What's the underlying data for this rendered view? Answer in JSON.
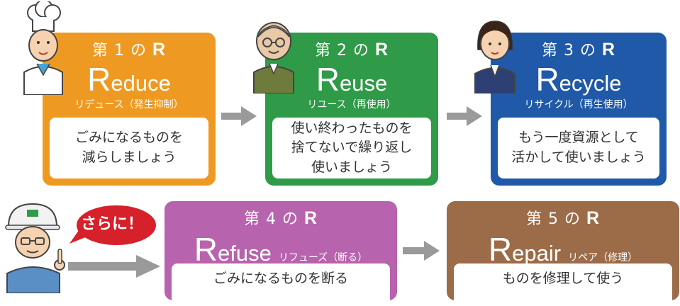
{
  "steps": [
    {
      "num_prefix": "第",
      "num": "1",
      "num_suffix": "の",
      "r": "R",
      "word_cap": "R",
      "word_rest": "educe",
      "sub": "リデュース（発生抑制）",
      "desc": [
        "ごみになるものを",
        "減らしましょう"
      ]
    },
    {
      "num_prefix": "第",
      "num": "2",
      "num_suffix": "の",
      "r": "R",
      "word_cap": "R",
      "word_rest": "euse",
      "sub": "リユース（再使用）",
      "desc": [
        "使い終わったものを",
        "捨てないで繰り返し",
        "使いましょう"
      ]
    },
    {
      "num_prefix": "第",
      "num": "3",
      "num_suffix": "の",
      "r": "R",
      "word_cap": "R",
      "word_rest": "ecycle",
      "sub": "リサイクル（再生使用）",
      "desc": [
        "もう一度資源として",
        "活かして使いましょう"
      ]
    },
    {
      "num_prefix": "第",
      "num": "4",
      "num_suffix": "の",
      "r": "R",
      "word_cap": "R",
      "word_rest": "efuse",
      "sub": "リフューズ（断る）",
      "desc": [
        "ごみになるものを断る"
      ]
    },
    {
      "num_prefix": "第",
      "num": "5",
      "num_suffix": "の",
      "r": "R",
      "word_cap": "R",
      "word_rest": "epair",
      "sub": "リペア（修理）",
      "desc": [
        "ものを修理して使う"
      ]
    }
  ],
  "bubble": {
    "text": "さらに！"
  },
  "colors": {
    "orange": "#ee9a22",
    "green": "#2f9a47",
    "blue": "#1f59a8",
    "purple": "#b863ad",
    "brown": "#9c6b47",
    "arrow": "#9a9a9a",
    "bubble": "#d6202a"
  },
  "characters": [
    "chef-icon",
    "elder-man-icon",
    "office-woman-icon",
    "worker-helmet-icon"
  ]
}
